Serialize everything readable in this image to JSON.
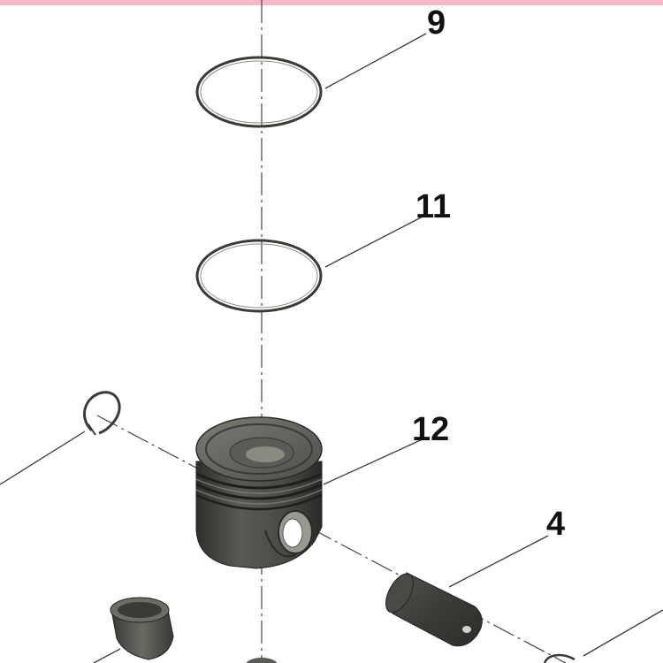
{
  "diagram": {
    "callouts": {
      "ring_top": "9",
      "ring_second": "11",
      "piston": "12",
      "pin": "4"
    },
    "colors": {
      "top_band": "#f6b8c8",
      "part_dark": "#3f3f3b",
      "part_mid": "#5c5c56",
      "part_light": "#8e8e86",
      "line": "#3a3a3a"
    }
  }
}
